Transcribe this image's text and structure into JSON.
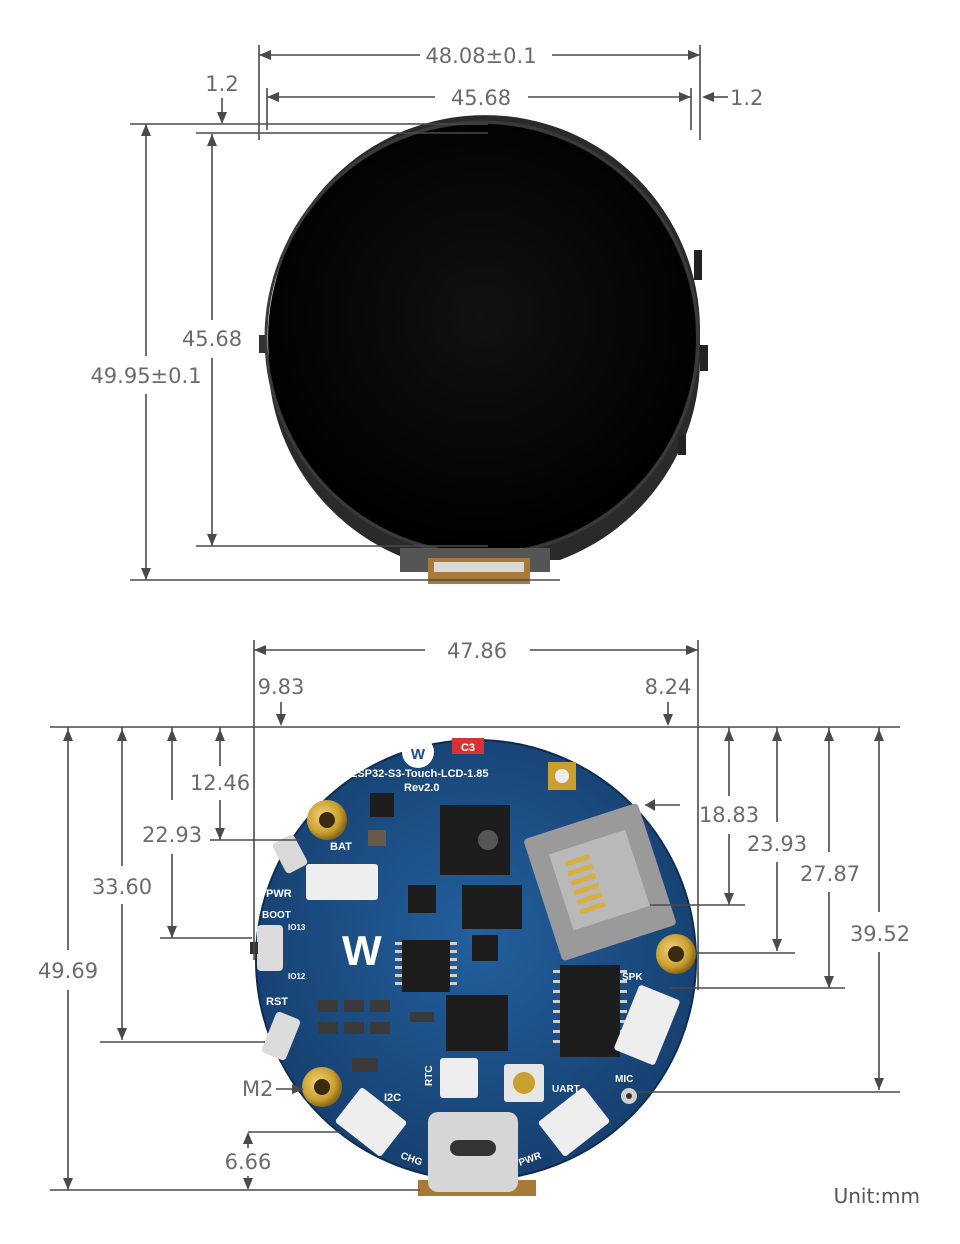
{
  "top_view": {
    "outer_width": "48.08±0.1",
    "inner_width": "45.68",
    "left_margin": "1.2",
    "right_margin": "1.2",
    "inner_height": "45.68",
    "outer_height": "49.95±0.1"
  },
  "bottom_view": {
    "width": "47.86",
    "left_offset": "9.83",
    "right_offset": "8.24",
    "dim_12_46": "12.46",
    "dim_22_93": "22.93",
    "dim_33_60": "33.60",
    "dim_49_69": "49.69",
    "dim_18_83": "18.83",
    "dim_23_93": "23.93",
    "dim_27_87": "27.87",
    "dim_39_52": "39.52",
    "dim_6_66": "6.66",
    "hole_label": "M2"
  },
  "pcb_silkscreen": {
    "title": "ESP32-S3-Touch-LCD-1.85",
    "revision": "Rev2.0",
    "bat": "BAT",
    "pwr": "PWR",
    "boot": "BOOT",
    "io13": "IO13",
    "io12": "IO12",
    "rst": "RST",
    "rtc": "RTC",
    "i2c": "I2C",
    "chg": "CHG",
    "pwr_bottom": "PWR",
    "uart": "UART",
    "mic": "MIC",
    "spk": "SPK",
    "c3": "C3"
  },
  "unit_label": "Unit:mm",
  "colors": {
    "pcb": "#1e4f86",
    "screen": "#0a0a0a",
    "dimension_text": "#6b6b6b",
    "gold": "#c9a030"
  }
}
